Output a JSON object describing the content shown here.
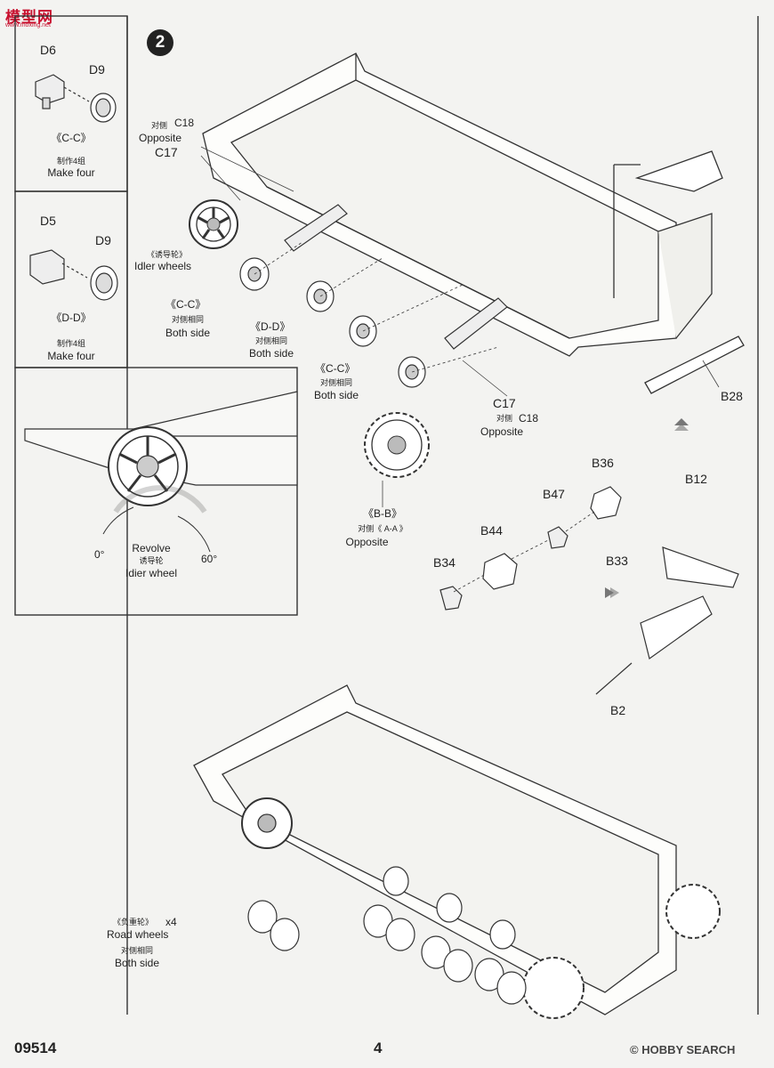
{
  "header": {
    "logo": "模型网",
    "logo_url": "www.moxing.net"
  },
  "step": {
    "number": "2"
  },
  "inset_cc": {
    "part_a": "D6",
    "part_b": "D9",
    "label": "《C-C》",
    "make_zh": "制作4组",
    "make_en": "Make four"
  },
  "inset_dd": {
    "part_a": "D5",
    "part_b": "D9",
    "label": "《D-D》",
    "make_zh": "制作4组",
    "make_en": "Make four"
  },
  "inset_idler": {
    "revolve_en": "Revolve",
    "revolve_zh": "诱导轮",
    "idler_en": "Idier wheel",
    "angle_0": "0°",
    "angle_60": "60°"
  },
  "main": {
    "c18_top_zh": "对侧",
    "c18_top": "C18",
    "opposite_top": "Opposite",
    "c17_top": "C17",
    "idler_zh": "《诱导轮》",
    "idler_en": "Idler wheels",
    "cc1": "《C-C》",
    "cc1_zh": "对侧相同",
    "cc1_en": "Both side",
    "dd": "《D-D》",
    "dd_zh": "对侧相同",
    "dd_en": "Both side",
    "cc2": "《C-C》",
    "cc2_zh": "对侧相同",
    "cc2_en": "Both side",
    "c17_mid": "C17",
    "c18_mid_zh": "对侧",
    "c18_mid": "C18",
    "opposite_mid": "Opposite",
    "bb": "《B-B》",
    "bb_zh": "对侧《 A-A 》",
    "bb_en": "Opposite",
    "b28": "B28",
    "b36": "B36",
    "b47": "B47",
    "b44": "B44",
    "b34": "B34",
    "b12": "B12",
    "b33": "B33",
    "b2": "B2"
  },
  "lower": {
    "road_zh": "《负重轮》",
    "road_x4": "x4",
    "road_en": "Road  wheels",
    "both_zh": "对侧相同",
    "both_en": "Both side"
  },
  "footer": {
    "code": "09514",
    "page": "4",
    "brand": "© HOBBY SEARCH"
  }
}
